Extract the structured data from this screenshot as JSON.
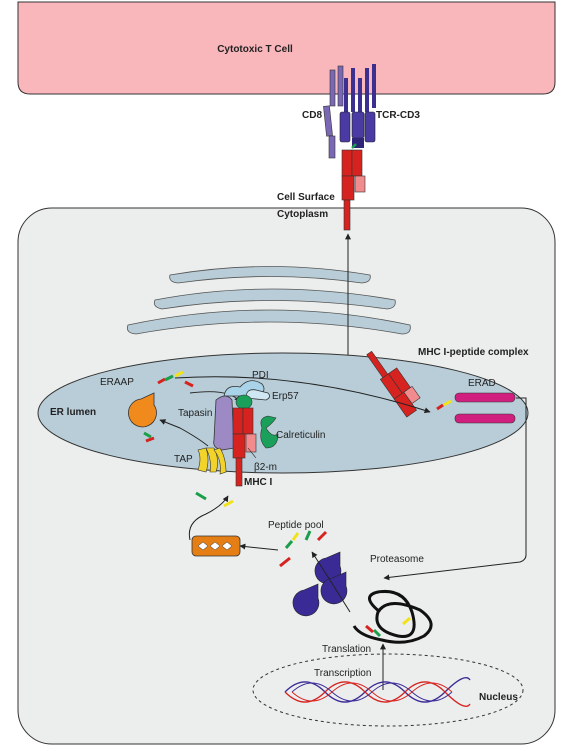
{
  "labels": {
    "cytotoxic_t_cell": "Cytotoxic T Cell",
    "cd8": "CD8",
    "tcr_cd3": "TCR-CD3",
    "cell_surface": "Cell Surface",
    "cytoplasm": "Cytoplasm",
    "mhc_peptide_complex": "MHC I-peptide complex",
    "erad": "ERAD",
    "eraap": "ERAAP",
    "pdi": "PDI",
    "erp57": "Erp57",
    "tapasin": "Tapasin",
    "er_lumen": "ER lumen",
    "calreticulin": "Calreticulin",
    "b2m": "β2-m",
    "tap": "TAP",
    "mhc1": "MHC I",
    "peptide_pool": "Peptide pool",
    "proteasome": "Proteasome",
    "translation": "Translation",
    "transcription": "Transcription",
    "nucleus": "Nucleus"
  },
  "colors": {
    "t_cell_fill": "#f9b6bb",
    "cell_fill": "#eceeee",
    "er_fill": "#b8cdd8",
    "mhc_red": "#d6231f",
    "mhc_pink": "#f28b8e",
    "cd8_purple": "#7b68b5",
    "tcr_navy": "#3b2f8f",
    "proteasome_blue": "#3a2a96",
    "erad_magenta": "#d01f7e",
    "eraap_orange": "#f08a1c",
    "tap_yellow": "#f2d32a",
    "calreticulin_green": "#1aa05a",
    "pdi_blue": "#a9d3e8",
    "tapasin_purple": "#9d8ac4",
    "ribosome_orange": "#e47e15",
    "peptide_red": "#d6231f",
    "peptide_yellow": "#f2e21a",
    "peptide_green": "#1a9e4a"
  }
}
